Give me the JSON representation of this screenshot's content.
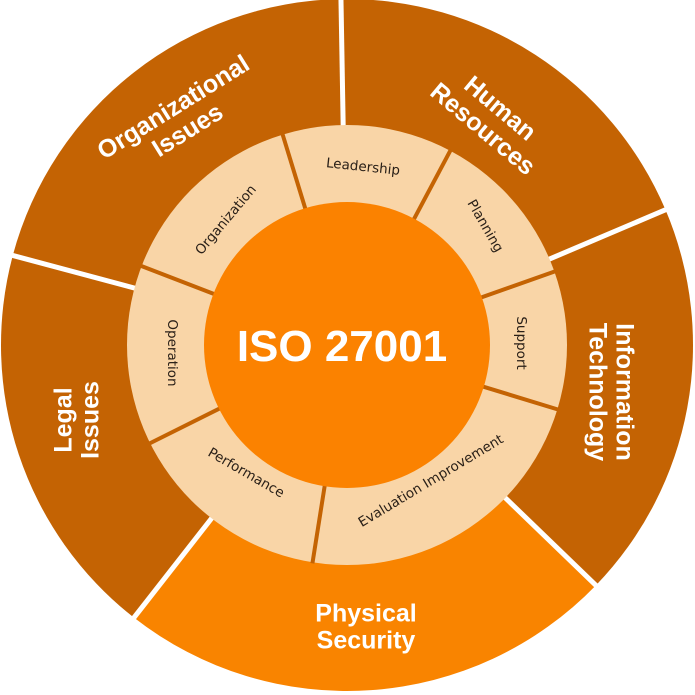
{
  "title": "ISO 27001",
  "colors": {
    "outer_dark": "#c46303",
    "outer_bright": "#f98400",
    "inner_ring": "#f9d5a7",
    "inner_divider": "#c46303",
    "center": "#fb8200",
    "gap": "#ffffff"
  },
  "outer_segments": [
    {
      "lines": [
        "Organizational",
        "Issues"
      ],
      "highlight": false
    },
    {
      "lines": [
        "Human",
        "Resources"
      ],
      "highlight": false
    },
    {
      "lines": [
        "Information",
        "Technology"
      ],
      "highlight": false
    },
    {
      "lines": [
        "Physical",
        "Security"
      ],
      "highlight": true
    },
    {
      "lines": [
        "Legal",
        "Issues"
      ],
      "highlight": false
    }
  ],
  "inner_segments": [
    {
      "label": "Leadership"
    },
    {
      "label": "Planning"
    },
    {
      "label": "Support"
    },
    {
      "label": "Evaluation Improvement"
    },
    {
      "label": "Performance"
    },
    {
      "label": "Operation"
    },
    {
      "label": "Organization"
    }
  ]
}
